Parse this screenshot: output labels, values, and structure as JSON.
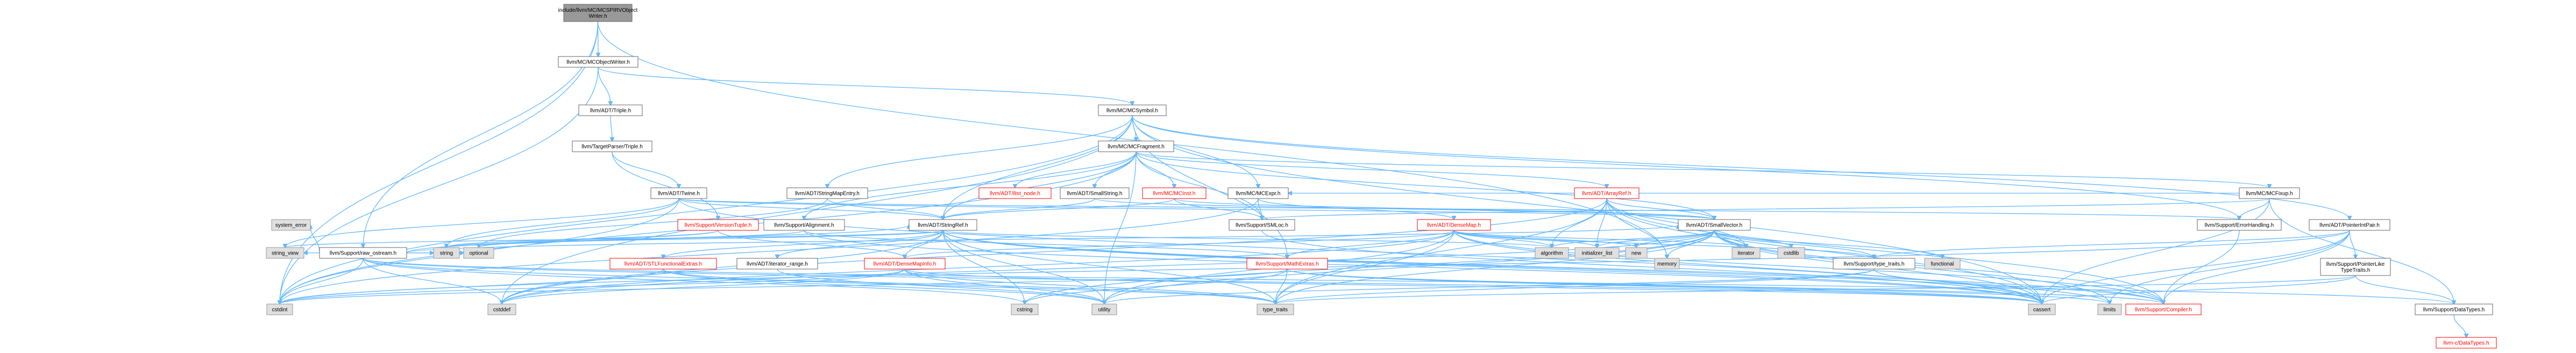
{
  "colors": {
    "edge": "#63b8ff",
    "focus_fill": "#999999",
    "focus_border": "#666666",
    "normal_fill": "#ffffff",
    "normal_border": "#666666",
    "system_fill": "#e0e0e0",
    "system_border": "#999999",
    "truncated_border": "#ff0000",
    "truncated_text": "#ff0000"
  },
  "nodes": {
    "objwriter": {
      "lines": [
        "include/llvm/MC/MCSPIRVObject",
        "Writer.h"
      ],
      "kind": "focus"
    },
    "mcobjectwriter": {
      "lines": [
        "llvm/MC/MCObjectWriter.h"
      ],
      "kind": "normal"
    },
    "raw_ostream": {
      "lines": [
        "llvm/Support/raw_ostream.h"
      ],
      "kind": "normal"
    },
    "memory": {
      "lines": [
        "memory"
      ],
      "kind": "system"
    },
    "triple": {
      "lines": [
        "llvm/ADT/Triple.h"
      ],
      "kind": "normal"
    },
    "mcsymbol": {
      "lines": [
        "llvm/MC/MCSymbol.h"
      ],
      "kind": "normal"
    },
    "targetparsertriple": {
      "lines": [
        "llvm/TargetParser/Triple.h"
      ],
      "kind": "normal"
    },
    "mcfragment": {
      "lines": [
        "llvm/MC/MCFragment.h"
      ],
      "kind": "normal"
    },
    "twine": {
      "lines": [
        "llvm/ADT/Twine.h"
      ],
      "kind": "normal"
    },
    "system_error": {
      "lines": [
        "system_error"
      ],
      "kind": "system"
    },
    "stringmapentry": {
      "lines": [
        "llvm/ADT/StringMapEntry.h"
      ],
      "kind": "normal"
    },
    "ilist_node": {
      "lines": [
        "llvm/ADT/ilist_node.h"
      ],
      "kind": "truncated"
    },
    "smallstring": {
      "lines": [
        "llvm/ADT/SmallString.h"
      ],
      "kind": "normal"
    },
    "mcinst": {
      "lines": [
        "llvm/MC/MCInst.h"
      ],
      "kind": "truncated"
    },
    "mcexpr": {
      "lines": [
        "llvm/MC/MCExpr.h"
      ],
      "kind": "normal"
    },
    "arrayref": {
      "lines": [
        "llvm/ADT/ArrayRef.h"
      ],
      "kind": "truncated"
    },
    "mcfixup": {
      "lines": [
        "llvm/MC/MCFixup.h"
      ],
      "kind": "normal"
    },
    "versiontuple": {
      "lines": [
        "llvm/Support/VersionTuple.h"
      ],
      "kind": "truncated"
    },
    "alignment": {
      "lines": [
        "llvm/Support/Alignment.h"
      ],
      "kind": "normal"
    },
    "stringref": {
      "lines": [
        "llvm/ADT/StringRef.h"
      ],
      "kind": "normal"
    },
    "smloc": {
      "lines": [
        "llvm/Support/SMLoc.h"
      ],
      "kind": "normal"
    },
    "densemap": {
      "lines": [
        "llvm/ADT/DenseMap.h"
      ],
      "kind": "truncated"
    },
    "smallvector": {
      "lines": [
        "llvm/ADT/SmallVector.h"
      ],
      "kind": "normal"
    },
    "errorhandling": {
      "lines": [
        "llvm/Support/ErrorHandling.h"
      ],
      "kind": "normal"
    },
    "pointerintpair": {
      "lines": [
        "llvm/ADT/PointerIntPair.h"
      ],
      "kind": "normal"
    },
    "string_view": {
      "lines": [
        "string_view"
      ],
      "kind": "system"
    },
    "string": {
      "lines": [
        "string"
      ],
      "kind": "system"
    },
    "optional": {
      "lines": [
        "optional"
      ],
      "kind": "system"
    },
    "stlfunctional": {
      "lines": [
        "llvm/ADT/STLFunctionalExtras.h"
      ],
      "kind": "truncated"
    },
    "iterator_range": {
      "lines": [
        "llvm/ADT/iterator_range.h"
      ],
      "kind": "normal"
    },
    "densemapinfo": {
      "lines": [
        "llvm/ADT/DenseMapInfo.h"
      ],
      "kind": "truncated"
    },
    "mathextras": {
      "lines": [
        "llvm/Support/MathExtras.h"
      ],
      "kind": "truncated"
    },
    "algorithm": {
      "lines": [
        "algorithm"
      ],
      "kind": "system"
    },
    "initializer_list": {
      "lines": [
        "initializer_list"
      ],
      "kind": "system"
    },
    "new": {
      "lines": [
        "new"
      ],
      "kind": "system"
    },
    "iterator": {
      "lines": [
        "iterator"
      ],
      "kind": "system"
    },
    "cstdlib": {
      "lines": [
        "cstdlib"
      ],
      "kind": "system"
    },
    "type_traits_h": {
      "lines": [
        "llvm/Support/type_traits.h"
      ],
      "kind": "normal"
    },
    "functional": {
      "lines": [
        "functional"
      ],
      "kind": "system"
    },
    "pointerliketypetraits": {
      "lines": [
        "llvm/Support/PointerLike",
        "TypeTraits.h"
      ],
      "kind": "normal"
    },
    "cstdint": {
      "lines": [
        "cstdint"
      ],
      "kind": "system"
    },
    "cstddef": {
      "lines": [
        "cstddef"
      ],
      "kind": "system"
    },
    "cstring": {
      "lines": [
        "cstring"
      ],
      "kind": "system"
    },
    "utility": {
      "lines": [
        "utility"
      ],
      "kind": "system"
    },
    "type_traits": {
      "lines": [
        "type_traits"
      ],
      "kind": "system"
    },
    "cassert": {
      "lines": [
        "cassert"
      ],
      "kind": "system"
    },
    "limits": {
      "lines": [
        "limits"
      ],
      "kind": "system"
    },
    "compiler": {
      "lines": [
        "llvm/Support/Compiler.h"
      ],
      "kind": "truncated"
    },
    "datatypes_support": {
      "lines": [
        "llvm/Support/DataTypes.h"
      ],
      "kind": "normal"
    },
    "datatypes_c": {
      "lines": [
        "llvm-c/DataTypes.h"
      ],
      "kind": "truncated"
    }
  },
  "edges": [
    [
      "objwriter",
      "mcobjectwriter"
    ],
    [
      "objwriter",
      "raw_ostream"
    ],
    [
      "objwriter",
      "memory"
    ],
    [
      "objwriter",
      "cstdint"
    ],
    [
      "mcobjectwriter",
      "triple"
    ],
    [
      "mcobjectwriter",
      "mcsymbol"
    ],
    [
      "mcobjectwriter",
      "cstdint"
    ],
    [
      "triple",
      "targetparsertriple"
    ],
    [
      "targetparsertriple",
      "twine"
    ],
    [
      "targetparsertriple",
      "versiontuple"
    ],
    [
      "raw_ostream",
      "smallvector"
    ],
    [
      "raw_ostream",
      "stringref"
    ],
    [
      "raw_ostream",
      "datatypes_support"
    ],
    [
      "raw_ostream",
      "cassert"
    ],
    [
      "raw_ostream",
      "cstddef"
    ],
    [
      "raw_ostream",
      "cstdint"
    ],
    [
      "raw_ostream",
      "cstring"
    ],
    [
      "raw_ostream",
      "optional"
    ],
    [
      "raw_ostream",
      "string"
    ],
    [
      "raw_ostream",
      "string_view"
    ],
    [
      "raw_ostream",
      "system_error"
    ],
    [
      "raw_ostream",
      "type_traits"
    ],
    [
      "mcsymbol",
      "pointerintpair"
    ],
    [
      "mcsymbol",
      "stringmapentry"
    ],
    [
      "mcsymbol",
      "stringref"
    ],
    [
      "mcsymbol",
      "mcexpr"
    ],
    [
      "mcsymbol",
      "mcfragment"
    ],
    [
      "mcsymbol",
      "errorhandling"
    ],
    [
      "mcsymbol",
      "mathextras"
    ],
    [
      "mcsymbol",
      "cassert"
    ],
    [
      "mcsymbol",
      "cstddef"
    ],
    [
      "mcsymbol",
      "cstdint"
    ],
    [
      "mcfragment",
      "arrayref"
    ],
    [
      "mcfragment",
      "smallstring"
    ],
    [
      "mcfragment",
      "smallvector"
    ],
    [
      "mcfragment",
      "stringref"
    ],
    [
      "mcfragment",
      "ilist_node"
    ],
    [
      "mcfragment",
      "mcfixup"
    ],
    [
      "mcfragment",
      "mcinst"
    ],
    [
      "mcfragment",
      "alignment"
    ],
    [
      "mcfragment",
      "smloc"
    ],
    [
      "mcfragment",
      "cstdint"
    ],
    [
      "mcfragment",
      "utility"
    ],
    [
      "twine",
      "smallvector"
    ],
    [
      "twine",
      "stringref"
    ],
    [
      "twine",
      "errorhandling"
    ],
    [
      "twine",
      "cassert"
    ],
    [
      "twine",
      "cstdint"
    ],
    [
      "twine",
      "string"
    ],
    [
      "twine",
      "string_view"
    ],
    [
      "stringmapentry",
      "stringref"
    ],
    [
      "stringmapentry",
      "optional"
    ],
    [
      "smallstring",
      "smallvector"
    ],
    [
      "smallstring",
      "stringref"
    ],
    [
      "mcinst",
      "smallvector"
    ],
    [
      "mcinst",
      "stringref"
    ],
    [
      "mcinst",
      "smloc"
    ],
    [
      "mcexpr",
      "smloc"
    ],
    [
      "mcexpr",
      "densemap"
    ],
    [
      "mcexpr",
      "cstdint"
    ],
    [
      "arrayref",
      "hashing_placeholder"
    ],
    [
      "arrayref",
      "smallvector"
    ],
    [
      "arrayref",
      "compiler"
    ],
    [
      "arrayref",
      "algorithm"
    ],
    [
      "arrayref",
      "array_placeholder"
    ],
    [
      "arrayref",
      "cassert"
    ],
    [
      "arrayref",
      "cstddef"
    ],
    [
      "arrayref",
      "initializer_list"
    ],
    [
      "arrayref",
      "iterator"
    ],
    [
      "arrayref",
      "memory"
    ],
    [
      "arrayref",
      "type_traits"
    ],
    [
      "arrayref",
      "vector_placeholder"
    ],
    [
      "mcfixup",
      "mcexpr"
    ],
    [
      "mcfixup",
      "datatypes_support"
    ],
    [
      "mcfixup",
      "errorhandling"
    ],
    [
      "mcfixup",
      "smloc"
    ],
    [
      "mcfixup",
      "cassert"
    ],
    [
      "versiontuple",
      "densemapinfo"
    ],
    [
      "versiontuple",
      "hashing_placeholder"
    ],
    [
      "versiontuple",
      "optional"
    ],
    [
      "versiontuple",
      "string"
    ],
    [
      "alignment",
      "mathextras"
    ],
    [
      "alignment",
      "cassert"
    ],
    [
      "alignment",
      "optional"
    ],
    [
      "stringref",
      "densemapinfo"
    ],
    [
      "stringref",
      "stlfunctional"
    ],
    [
      "stringref",
      "iterator_range"
    ],
    [
      "stringref",
      "compiler"
    ],
    [
      "stringref",
      "algorithm"
    ],
    [
      "stringref",
      "cassert"
    ],
    [
      "stringref",
      "cstddef"
    ],
    [
      "stringref",
      "cstring"
    ],
    [
      "stringref",
      "limits"
    ],
    [
      "stringref",
      "string"
    ],
    [
      "stringref",
      "string_view"
    ],
    [
      "stringref",
      "type_traits"
    ],
    [
      "stringref",
      "utility"
    ],
    [
      "smloc",
      "cassert"
    ],
    [
      "densemap",
      "densemapinfo"
    ],
    [
      "densemap",
      "mathextras"
    ],
    [
      "densemap",
      "algorithm"
    ],
    [
      "densemap",
      "cassert"
    ],
    [
      "densemap",
      "cstddef"
    ],
    [
      "densemap",
      "initializer_list"
    ],
    [
      "densemap",
      "iterator"
    ],
    [
      "densemap",
      "new"
    ],
    [
      "densemap",
      "type_traits"
    ],
    [
      "densemap",
      "utility"
    ],
    [
      "densemap",
      "compiler"
    ],
    [
      "densemap",
      "type_traits_h"
    ],
    [
      "smallvector",
      "compiler"
    ],
    [
      "smallvector",
      "type_traits_h"
    ],
    [
      "smallvector",
      "algorithm"
    ],
    [
      "smallvector",
      "cassert"
    ],
    [
      "smallvector",
      "cstddef"
    ],
    [
      "smallvector",
      "cstdlib"
    ],
    [
      "smallvector",
      "cstring"
    ],
    [
      "smallvector",
      "functional"
    ],
    [
      "smallvector",
      "initializer_list"
    ],
    [
      "smallvector",
      "iterator"
    ],
    [
      "smallvector",
      "limits"
    ],
    [
      "smallvector",
      "memory"
    ],
    [
      "smallvector",
      "new"
    ],
    [
      "smallvector",
      "type_traits"
    ],
    [
      "smallvector",
      "utility"
    ],
    [
      "errorhandling",
      "compiler"
    ],
    [
      "pointerintpair",
      "compiler"
    ],
    [
      "pointerintpair",
      "pointerliketypetraits"
    ],
    [
      "pointerintpair",
      "type_traits_h"
    ],
    [
      "pointerintpair",
      "cassert"
    ],
    [
      "pointerintpair",
      "cstdint"
    ],
    [
      "pointerintpair",
      "limits"
    ],
    [
      "pointerliketypetraits",
      "datatypes_support"
    ],
    [
      "pointerliketypetraits",
      "cassert"
    ],
    [
      "pointerliketypetraits",
      "type_traits"
    ],
    [
      "stlfunctional",
      "cstdint"
    ],
    [
      "stlfunctional",
      "type_traits"
    ],
    [
      "stlfunctional",
      "utility"
    ],
    [
      "iterator_range",
      "utility"
    ],
    [
      "densemapinfo",
      "cassert"
    ],
    [
      "densemapinfo",
      "cstddef"
    ],
    [
      "densemapinfo",
      "cstdint"
    ],
    [
      "densemapinfo",
      "tuple_placeholder"
    ],
    [
      "densemapinfo",
      "type_traits"
    ],
    [
      "densemapinfo",
      "utility"
    ],
    [
      "mathextras",
      "compiler"
    ],
    [
      "mathextras",
      "cassert"
    ],
    [
      "mathextras",
      "climits_placeholder"
    ],
    [
      "mathextras",
      "cstdint"
    ],
    [
      "mathextras",
      "cstring"
    ],
    [
      "mathextras",
      "limits"
    ],
    [
      "mathextras",
      "type_traits"
    ],
    [
      "type_traits_h",
      "compiler"
    ],
    [
      "type_traits_h",
      "type_traits"
    ],
    [
      "type_traits_h",
      "utility"
    ],
    [
      "datatypes_support",
      "datatypes_c"
    ]
  ]
}
